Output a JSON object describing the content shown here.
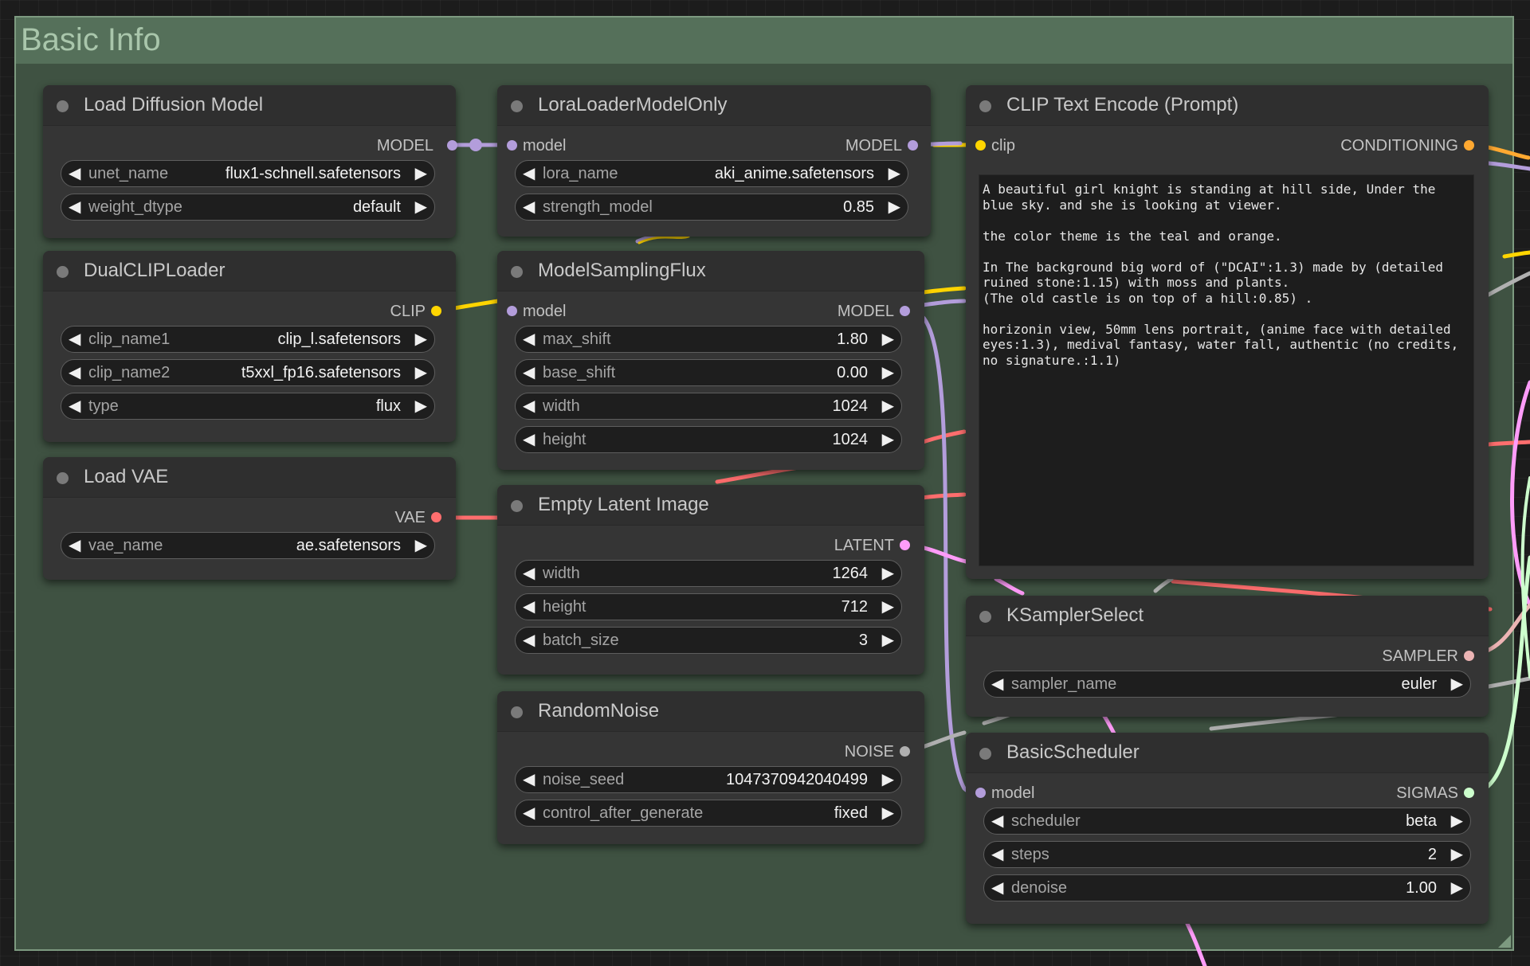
{
  "group": {
    "title": "Basic Info"
  },
  "colors": {
    "model": "#b39ddb",
    "clip": "#ffd500",
    "vae": "#ff6e6e",
    "latent": "#ff9cf9",
    "conditioning": "#ffa931",
    "sampler": "#ecb4b4",
    "sigmas": "#cdffcd",
    "noise": "#b0b0b0"
  },
  "nodes": {
    "load_diffusion_model": {
      "title": "Load Diffusion Model",
      "output": "MODEL",
      "widgets": [
        {
          "label": "unet_name",
          "value": "flux1-schnell.safetensors"
        },
        {
          "label": "weight_dtype",
          "value": "default"
        }
      ]
    },
    "dual_clip_loader": {
      "title": "DualCLIPLoader",
      "output": "CLIP",
      "widgets": [
        {
          "label": "clip_name1",
          "value": "clip_l.safetensors"
        },
        {
          "label": "clip_name2",
          "value": "t5xxl_fp16.safetensors"
        },
        {
          "label": "type",
          "value": "flux"
        }
      ]
    },
    "load_vae": {
      "title": "Load VAE",
      "output": "VAE",
      "widgets": [
        {
          "label": "vae_name",
          "value": "ae.safetensors"
        }
      ]
    },
    "lora_loader": {
      "title": "LoraLoaderModelOnly",
      "input": "model",
      "output": "MODEL",
      "widgets": [
        {
          "label": "lora_name",
          "value": "aki_anime.safetensors"
        },
        {
          "label": "strength_model",
          "value": "0.85"
        }
      ]
    },
    "model_sampling_flux": {
      "title": "ModelSamplingFlux",
      "input": "model",
      "output": "MODEL",
      "widgets": [
        {
          "label": "max_shift",
          "value": "1.80"
        },
        {
          "label": "base_shift",
          "value": "0.00"
        },
        {
          "label": "width",
          "value": "1024"
        },
        {
          "label": "height",
          "value": "1024"
        }
      ]
    },
    "empty_latent_image": {
      "title": "Empty Latent Image",
      "output": "LATENT",
      "widgets": [
        {
          "label": "width",
          "value": "1264"
        },
        {
          "label": "height",
          "value": "712"
        },
        {
          "label": "batch_size",
          "value": "3"
        }
      ]
    },
    "random_noise": {
      "title": "RandomNoise",
      "output": "NOISE",
      "widgets": [
        {
          "label": "noise_seed",
          "value": "1047370942040499"
        },
        {
          "label": "control_after_generate",
          "value": "fixed"
        }
      ]
    },
    "clip_text_encode": {
      "title": "CLIP Text Encode (Prompt)",
      "input": "clip",
      "output": "CONDITIONING",
      "text": "A beautiful girl knight is standing at hill side, Under the blue sky. and she is looking at viewer.\n\nthe color theme is the teal and orange.\n\nIn The background big word of (\"DCAI\":1.3) made by (detailed ruined stone:1.15) with moss and plants.\n(The old castle is on top of a hill:0.85) .\n\nhorizonin view, 50mm lens portrait, (anime face with detailed eyes:1.3), medival fantasy, water fall, authentic (no credits, no signature.:1.1)"
    },
    "ksampler_select": {
      "title": "KSamplerSelect",
      "output": "SAMPLER",
      "widgets": [
        {
          "label": "sampler_name",
          "value": "euler"
        }
      ]
    },
    "basic_scheduler": {
      "title": "BasicScheduler",
      "input": "model",
      "output": "SIGMAS",
      "widgets": [
        {
          "label": "scheduler",
          "value": "beta"
        },
        {
          "label": "steps",
          "value": "2"
        },
        {
          "label": "denoise",
          "value": "1.00"
        }
      ]
    }
  }
}
